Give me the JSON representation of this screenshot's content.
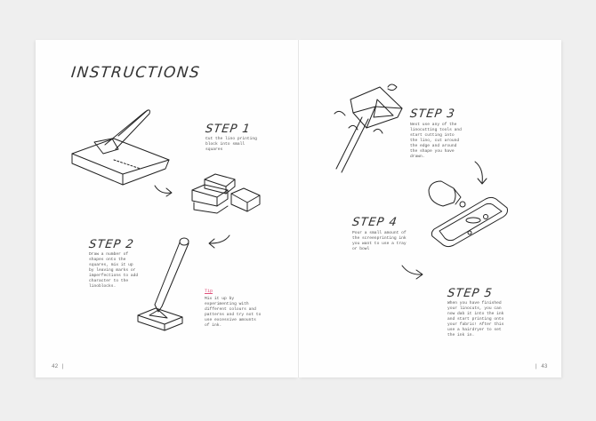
{
  "document": {
    "title": "INSTRUCTIONS",
    "pages": {
      "left_number": "42",
      "right_number": "43"
    },
    "steps": [
      {
        "heading": "STEP 1",
        "text": "Cut the lino printing block into small squares"
      },
      {
        "heading": "STEP 2",
        "text": "Draw a number of shapes onto the squares, mix it up by leaving marks or imperfections to add character to the linoblocks."
      },
      {
        "heading": "STEP 3",
        "text": "Next use any of the linocutting tools and start cutting into the lino, cut around the edge and around the shape you have drawn."
      },
      {
        "heading": "STEP 4",
        "text": "Pour a small amount of the screenprinting ink you want to use a tray or bowl"
      },
      {
        "heading": "STEP 5",
        "text": "When you have finished your linocuts, you can now dab it into the ink and start printing onto your fabric! After this use a hairdryer to set the ink in."
      }
    ],
    "tip": {
      "heading": "Tip",
      "text": "Mix it up by experimenting with different colours and patterns and try not to use excessive amounts of ink."
    },
    "colors": {
      "tip_accent": "#e0507a",
      "page": "#fefefe",
      "background": "#efefef"
    },
    "illustrations": [
      "lino-block-with-cutter",
      "stacked-lino-squares",
      "pencil-drawing-on-block",
      "lino-carving-tool",
      "ink-bottle-pouring-into-tray"
    ]
  }
}
